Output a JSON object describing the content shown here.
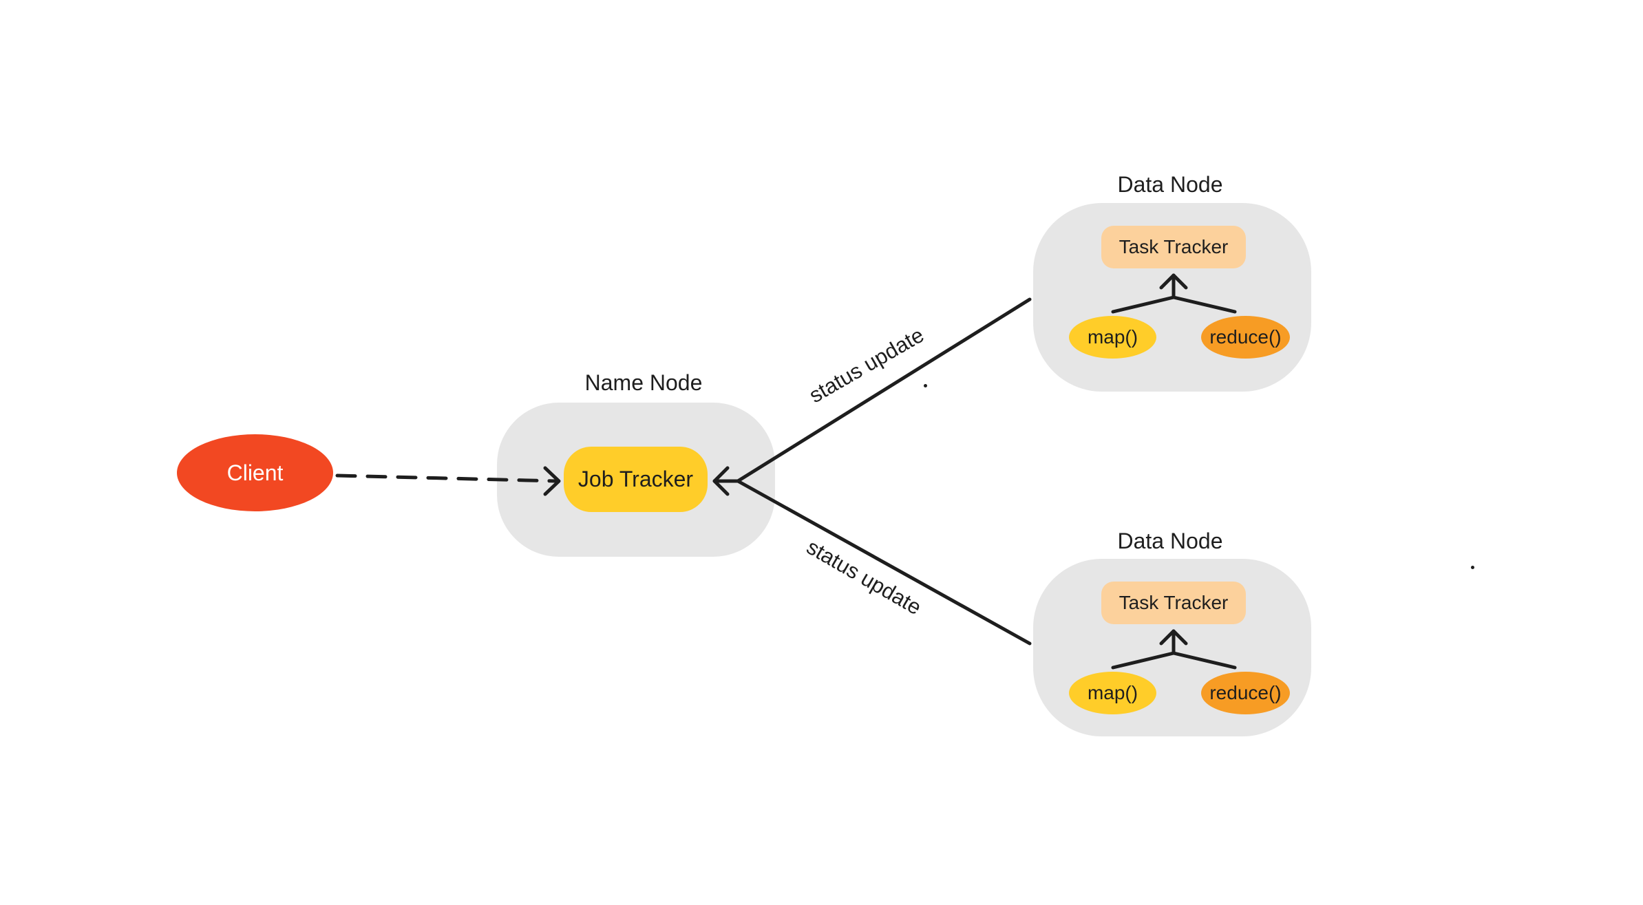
{
  "client": {
    "label": "Client"
  },
  "name_node": {
    "title": "Name Node",
    "job_tracker": "Job Tracker"
  },
  "data_nodes": [
    {
      "title": "Data Node",
      "task_tracker": "Task Tracker",
      "map": "map()",
      "reduce": "reduce()"
    },
    {
      "title": "Data Node",
      "task_tracker": "Task Tracker",
      "map": "map()",
      "reduce": "reduce()"
    }
  ],
  "edges": {
    "upper_label": "status update",
    "lower_label": "status update"
  },
  "colors": {
    "client": "#f24822",
    "job_tracker": "#ffcd29",
    "task_tracker": "#fcd19c",
    "map": "#ffcd29",
    "reduce": "#f79c24",
    "node_bg": "#e6e6e6",
    "stroke": "#1e1e1e"
  }
}
